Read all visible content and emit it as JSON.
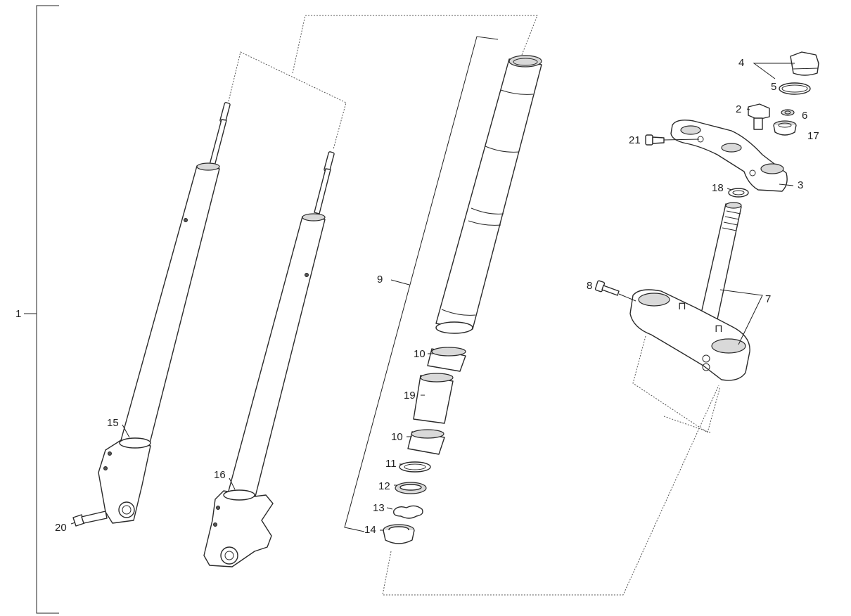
{
  "callouts": {
    "c1": "1",
    "c2": "2",
    "c3": "3",
    "c4": "4",
    "c5": "5",
    "c6": "6",
    "c7": "7",
    "c8": "8",
    "c9": "9",
    "c10a": "10",
    "c10b": "10",
    "c11": "11",
    "c12": "12",
    "c13": "13",
    "c14": "14",
    "c15": "15",
    "c16": "16",
    "c17": "17",
    "c18": "18",
    "c19": "19",
    "c20": "20",
    "c21": "21"
  },
  "colors": {
    "line": "#2a2a2a",
    "background": "#ffffff",
    "shade": "#d9d9d9"
  }
}
